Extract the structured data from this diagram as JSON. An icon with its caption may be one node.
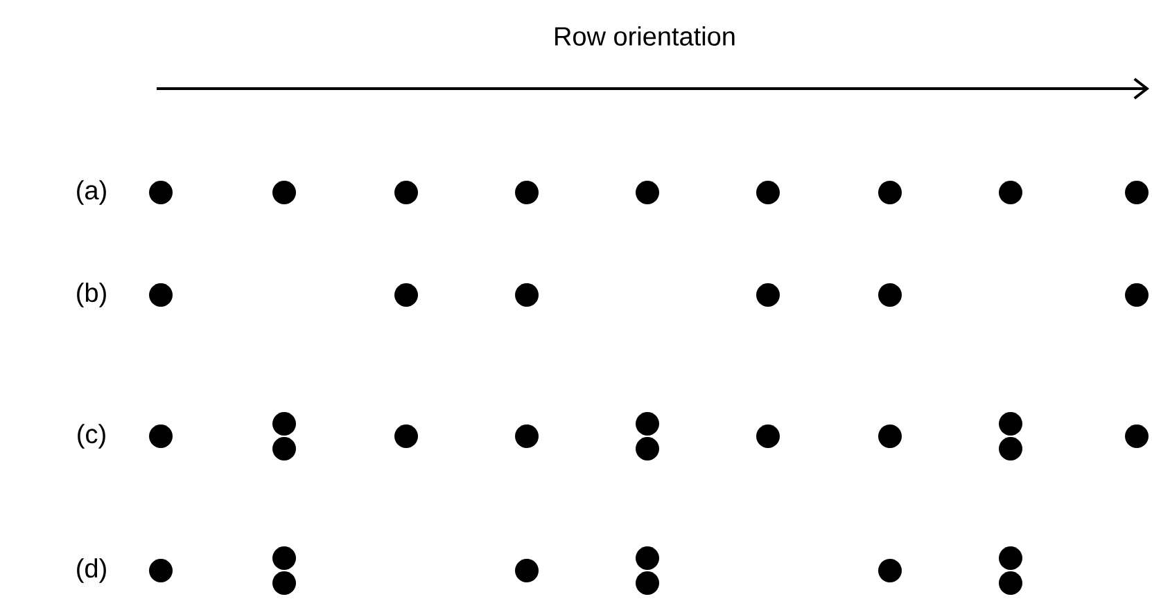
{
  "diagram": {
    "title": "Row orientation",
    "labels": [
      "(a)",
      "(b)",
      "(c)",
      "(d)"
    ]
  }
}
